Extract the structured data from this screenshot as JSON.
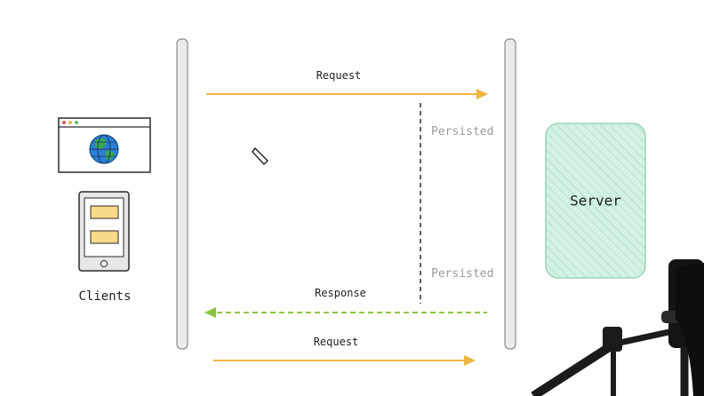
{
  "diagram": {
    "arrow_labels": {
      "request_top": "Request",
      "response": "Response",
      "request_bottom": "Request"
    },
    "persisted_labels": [
      "Persisted",
      "Persisted"
    ],
    "clients_label": "Clients",
    "server_label": "Server"
  },
  "colors": {
    "request_arrow": "#f0b441",
    "response_arrow": "#8cc63f",
    "server_fill": "#d3f2e3",
    "server_stroke": "#95d3b6",
    "pillar_fill": "#ebebeb",
    "pillar_stroke": "#8a8a8a",
    "browser_stroke": "#2a2a2a",
    "globe_ocean": "#2d7fd6",
    "globe_land": "#3aa656",
    "phone_body": "#e7e7e7",
    "phone_card": "#f9d98a"
  },
  "icons": [
    "browser-window-icon",
    "globe-icon",
    "mobile-phone-icon",
    "pointer-cursor-icon",
    "microphone-icon"
  ]
}
